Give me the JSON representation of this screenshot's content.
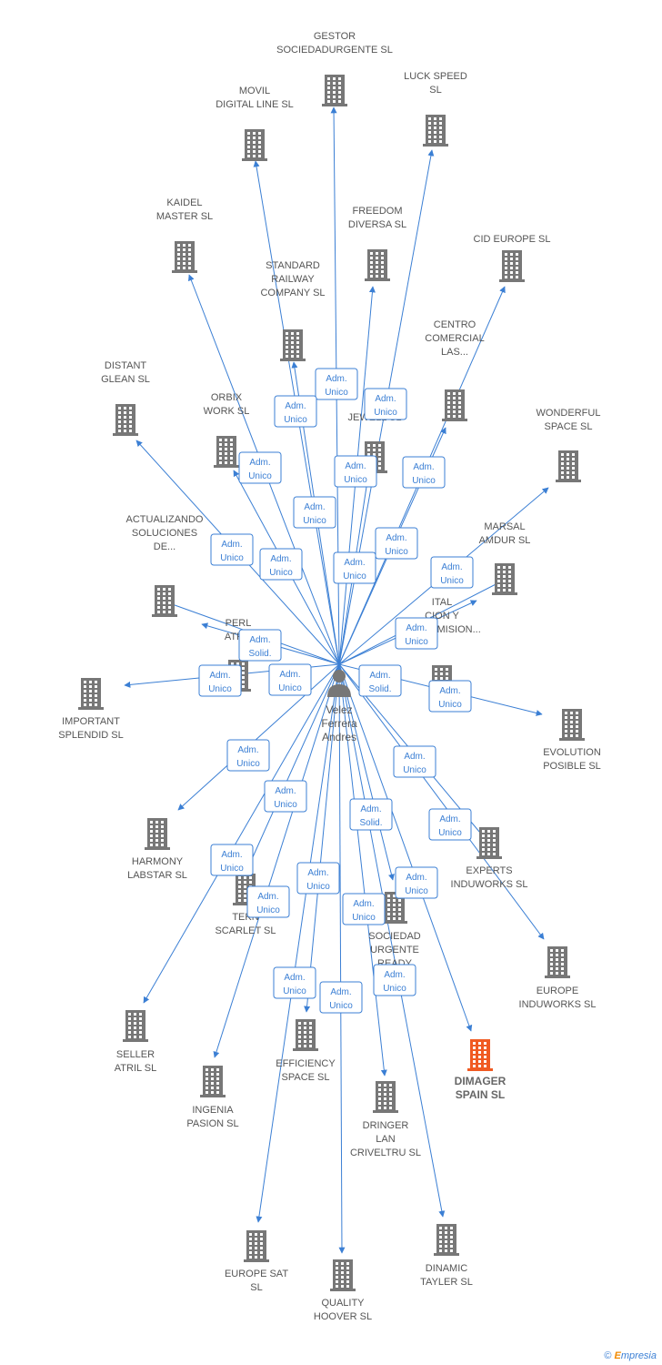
{
  "person": {
    "lines": [
      "Velez",
      "Ferrera",
      "Andres"
    ]
  },
  "colors": {
    "edge": "#3b7fd4",
    "building": "#777777",
    "building_highlight": "#f05a22",
    "person_icon": "#777777"
  },
  "footer": {
    "copyright": "©",
    "brand_first": "E",
    "brand_rest": "mpresia"
  },
  "companies": [
    {
      "id": "gestor",
      "lines": [
        "GESTOR",
        "SOCIEDADURGENTE SL"
      ]
    },
    {
      "id": "luck",
      "lines": [
        "LUCK SPEED",
        "SL"
      ]
    },
    {
      "id": "movil",
      "lines": [
        "MOVIL",
        "DIGITAL LINE SL"
      ]
    },
    {
      "id": "kaidel",
      "lines": [
        "KAIDEL",
        "MASTER SL"
      ]
    },
    {
      "id": "freedom",
      "lines": [
        "FREEDOM",
        "DIVERSA SL"
      ]
    },
    {
      "id": "cid",
      "lines": [
        "CID EUROPE SL"
      ]
    },
    {
      "id": "standard",
      "lines": [
        "STANDARD",
        "RAILWAY",
        "COMPANY SL"
      ]
    },
    {
      "id": "centro",
      "lines": [
        "CENTRO",
        "COMERCIAL",
        "LAS..."
      ]
    },
    {
      "id": "distant",
      "lines": [
        "DISTANT",
        "GLEAN SL"
      ]
    },
    {
      "id": "orbix",
      "lines": [
        "ORBIX",
        "WORK SL"
      ]
    },
    {
      "id": "qjewell",
      "lines": [
        "QU",
        "JEWELL SL"
      ]
    },
    {
      "id": "wonderful",
      "lines": [
        "WONDERFUL",
        "SPACE SL"
      ]
    },
    {
      "id": "actualizando",
      "lines": [
        "ACTUALIZANDO",
        "SOLUCIONES",
        "DE..."
      ]
    },
    {
      "id": "marsal",
      "lines": [
        "MARSAL",
        "AMDUR SL"
      ]
    },
    {
      "id": "perla",
      "lines": [
        "PERL",
        "ATRIL"
      ]
    },
    {
      "id": "digital",
      "lines": [
        "ITAL",
        "CION Y",
        "TRANSMISION..."
      ]
    },
    {
      "id": "important",
      "lines": [
        "IMPORTANT",
        "SPLENDID SL"
      ]
    },
    {
      "id": "evolution",
      "lines": [
        "EVOLUTION",
        "POSIBLE SL"
      ]
    },
    {
      "id": "harmony",
      "lines": [
        "HARMONY",
        "LABSTAR SL"
      ]
    },
    {
      "id": "experts",
      "lines": [
        "EXPERTS",
        "INDUWORKS SL"
      ]
    },
    {
      "id": "tekna",
      "lines": [
        "TEKN",
        "SCARLET SL"
      ]
    },
    {
      "id": "sociedad",
      "lines": [
        "SOCIEDAD",
        "URGENTE",
        "READY"
      ]
    },
    {
      "id": "europeindu",
      "lines": [
        "EUROPE",
        "INDUWORKS SL"
      ]
    },
    {
      "id": "seller",
      "lines": [
        "SELLER",
        "ATRIL SL"
      ]
    },
    {
      "id": "efficiency",
      "lines": [
        "EFFICIENCY",
        "SPACE SL"
      ]
    },
    {
      "id": "dimager",
      "lines": [
        "DIMAGER",
        "SPAIN SL"
      ]
    },
    {
      "id": "ingenia",
      "lines": [
        "INGENIA",
        "PASION SL"
      ]
    },
    {
      "id": "dringer",
      "lines": [
        "DRINGER",
        "LAN",
        "CRIVELTRU SL"
      ]
    },
    {
      "id": "europesat",
      "lines": [
        "EUROPE SAT",
        "SL"
      ]
    },
    {
      "id": "dinamic",
      "lines": [
        "DINAMIC",
        "TAYLER SL"
      ]
    },
    {
      "id": "quality",
      "lines": [
        "QUALITY",
        "HOOVER SL"
      ]
    }
  ],
  "roles": [
    {
      "lines": [
        "Adm.",
        "Unico"
      ]
    },
    {
      "lines": [
        "Adm.",
        "Unico"
      ]
    },
    {
      "lines": [
        "Adm.",
        "Unico"
      ]
    },
    {
      "lines": [
        "Adm.",
        "Unico"
      ]
    },
    {
      "lines": [
        "Adm.",
        "Unico"
      ]
    },
    {
      "lines": [
        "Adm.",
        "Unico"
      ]
    },
    {
      "lines": [
        "Adm.",
        "Unico"
      ]
    },
    {
      "lines": [
        "Adm.",
        "Unico"
      ]
    },
    {
      "lines": [
        "Adm.",
        "Unico"
      ]
    },
    {
      "lines": [
        "Adm.",
        "Unico"
      ]
    },
    {
      "lines": [
        "Adm.",
        "Unico"
      ]
    },
    {
      "lines": [
        "Adm.",
        "Unico"
      ]
    },
    {
      "lines": [
        "Adm.",
        "Unico"
      ]
    },
    {
      "lines": [
        "Adm.",
        "Solid."
      ]
    },
    {
      "lines": [
        "Adm.",
        "Unico"
      ]
    },
    {
      "lines": [
        "Adm.",
        "Unico"
      ]
    },
    {
      "lines": [
        "Adm.",
        "Solid."
      ]
    },
    {
      "lines": [
        "Adm.",
        "Unico"
      ]
    },
    {
      "lines": [
        "Adm.",
        "Unico"
      ]
    },
    {
      "lines": [
        "Adm.",
        "Unico"
      ]
    },
    {
      "lines": [
        "Adm.",
        "Unico"
      ]
    },
    {
      "lines": [
        "Adm.",
        "Solid."
      ]
    },
    {
      "lines": [
        "Adm.",
        "Unico"
      ]
    },
    {
      "lines": [
        "Adm.",
        "Unico"
      ]
    },
    {
      "lines": [
        "Adm.",
        "Unico"
      ]
    },
    {
      "lines": [
        "Adm.",
        "Unico"
      ]
    },
    {
      "lines": [
        "Adm.",
        "Unico"
      ]
    },
    {
      "lines": [
        "Adm.",
        "Unico"
      ]
    },
    {
      "lines": [
        "Adm.",
        "Unico"
      ]
    },
    {
      "lines": [
        "Adm.",
        "Unico"
      ]
    },
    {
      "lines": [
        "Adm.",
        "Unico"
      ]
    }
  ]
}
